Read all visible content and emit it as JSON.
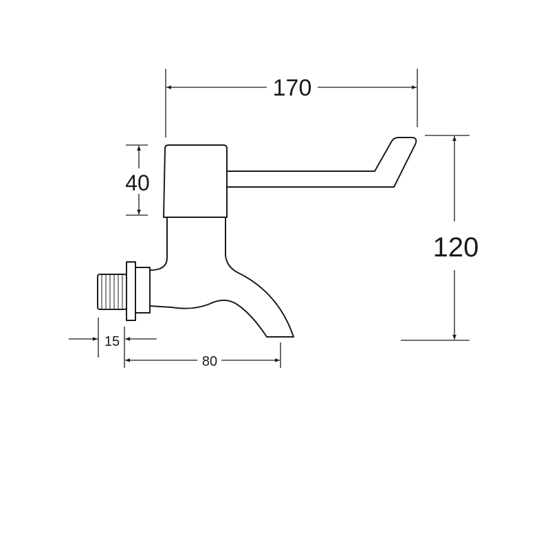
{
  "drawing": {
    "subject": "tap",
    "line_color": "#1a1a1a",
    "dimensions": {
      "overall_width": "170",
      "overall_height": "120",
      "handle_height": "40",
      "thread_length": "15",
      "spout_projection": "80"
    }
  }
}
